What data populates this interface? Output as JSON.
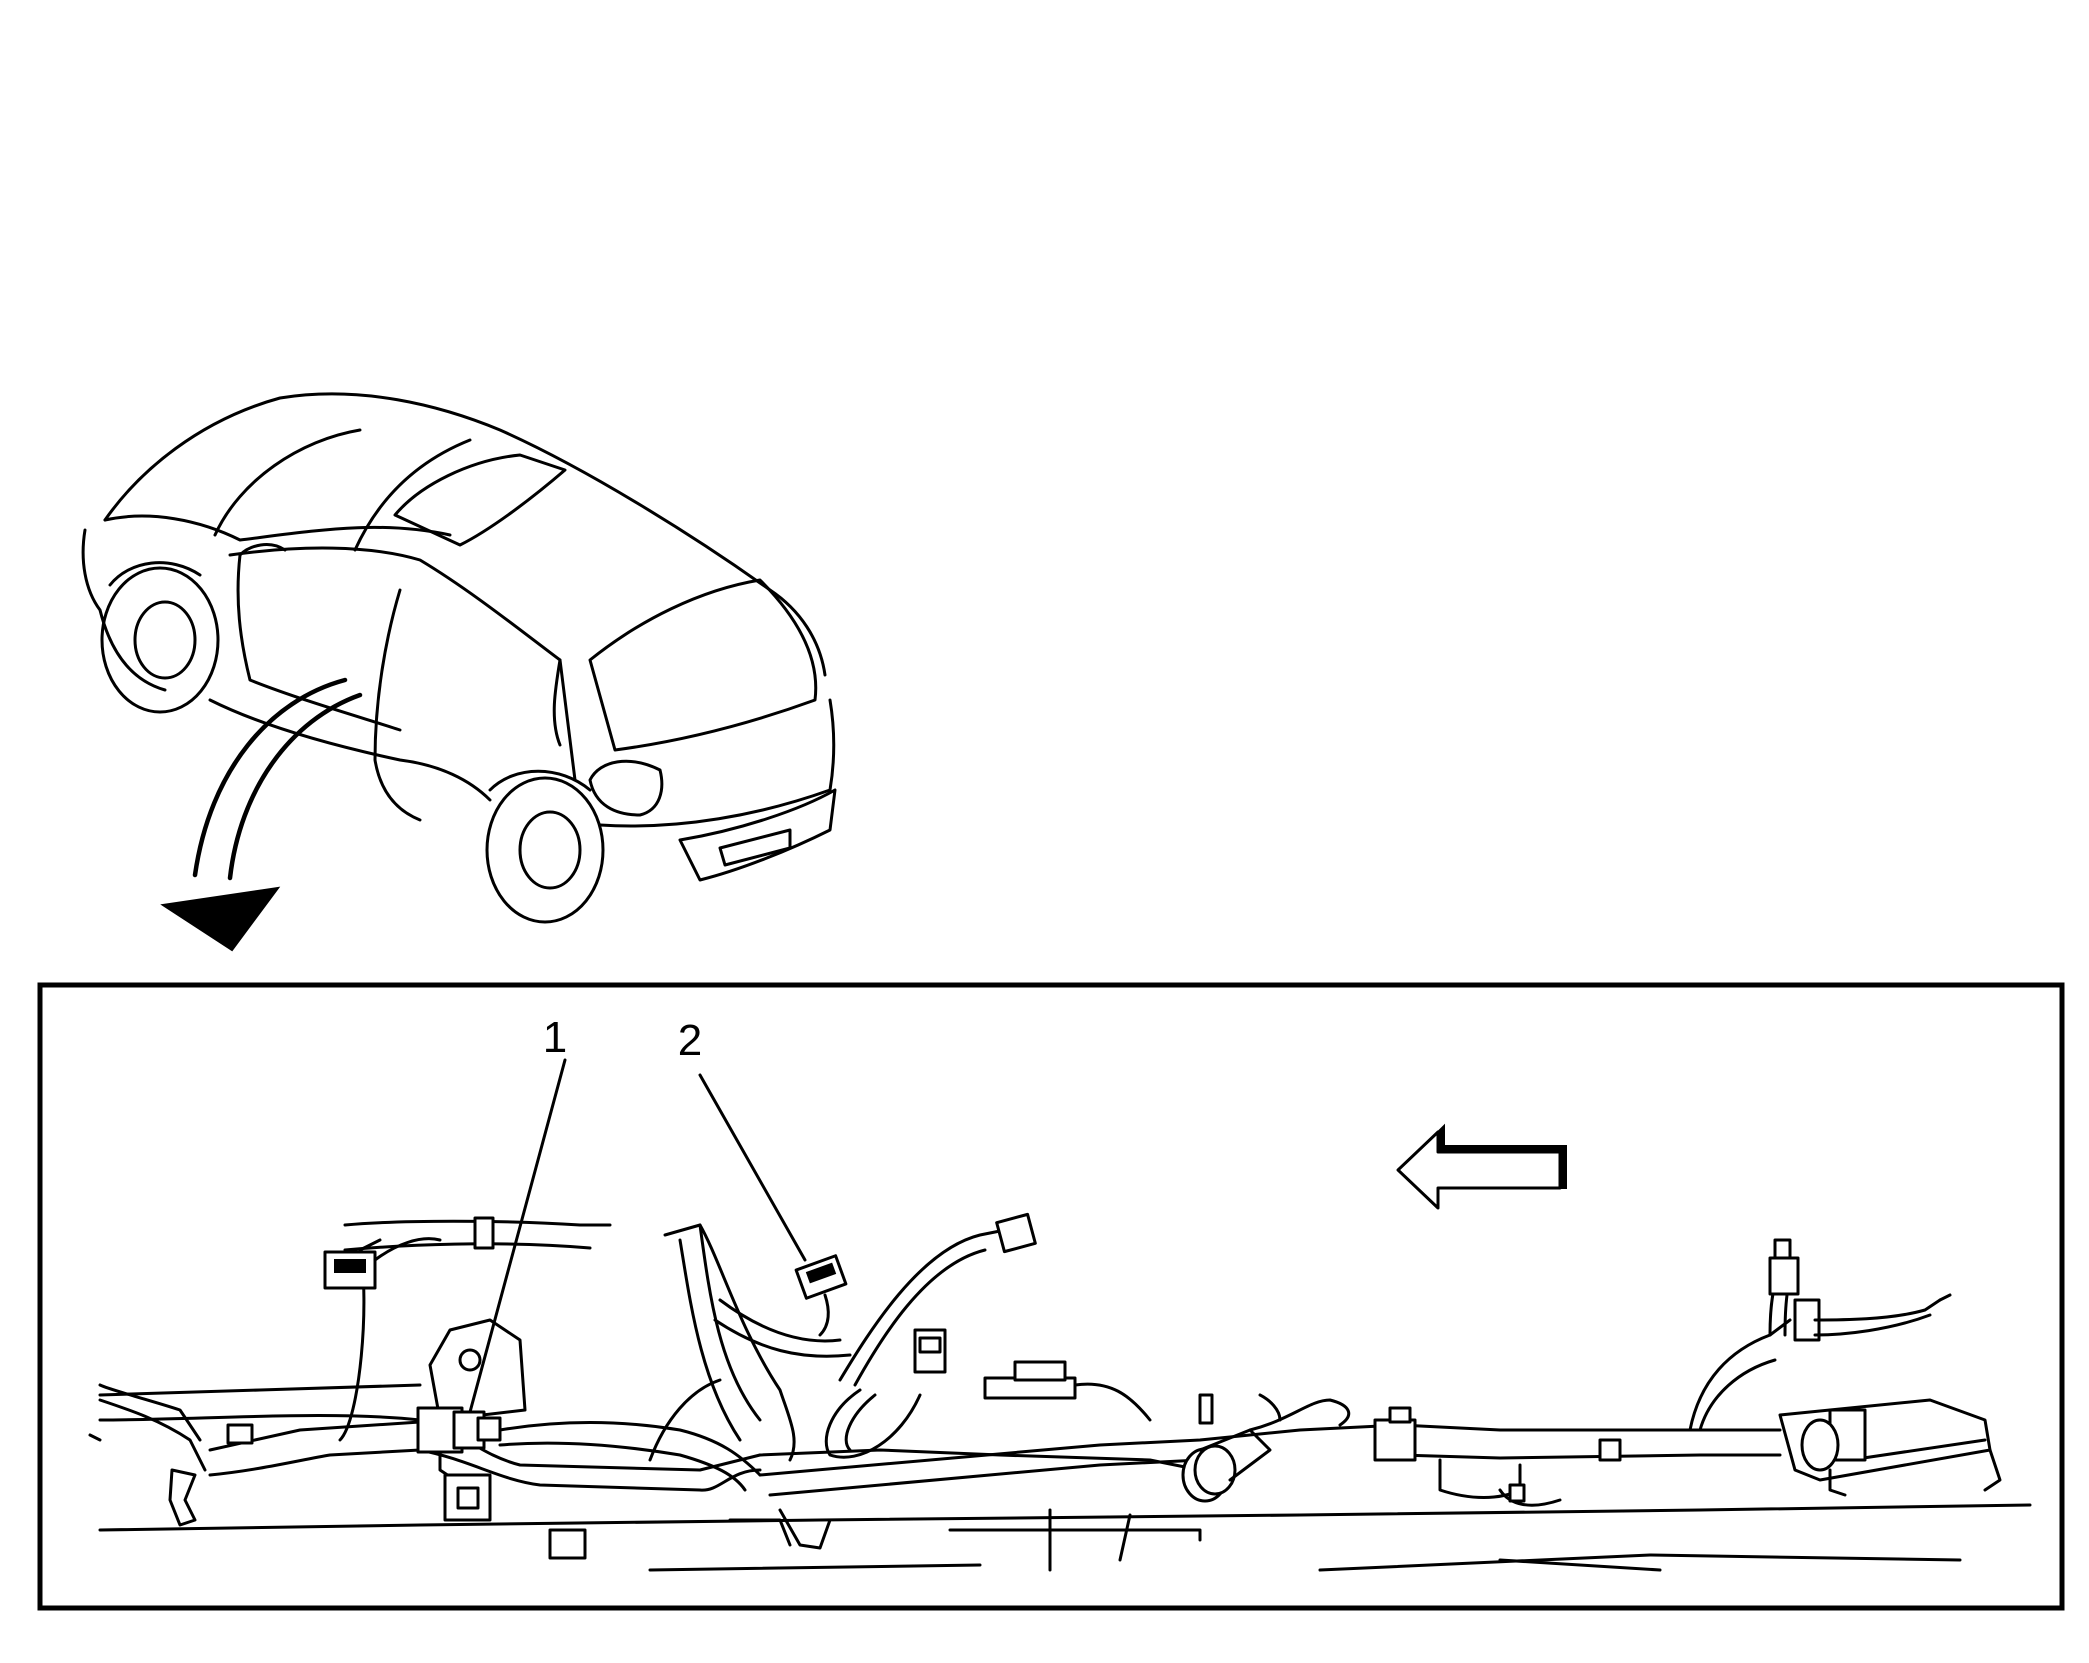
{
  "callouts": [
    {
      "id": "1",
      "label": "1"
    },
    {
      "id": "2",
      "label": "2"
    }
  ],
  "colors": {
    "line": "#000000",
    "background": "#ffffff"
  },
  "icons": [
    "vehicle-locator-icon",
    "view-direction-arrow-icon",
    "forward-direction-arrow-icon"
  ]
}
